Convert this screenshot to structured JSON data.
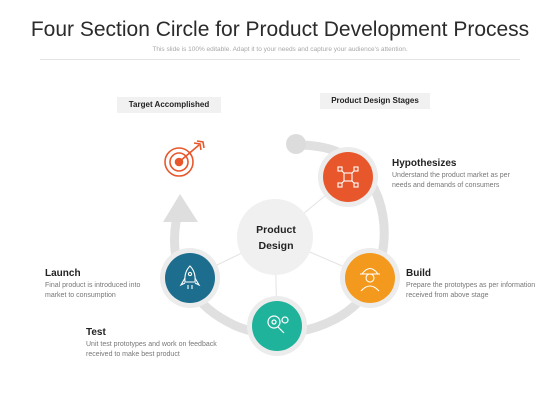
{
  "slide": {
    "title": "Four Section Circle for Product Development Process",
    "subtitle": "This slide is 100% editable. Adapt it to your needs and capture your audience's attention."
  },
  "tags": {
    "left": "Target Accomplished",
    "right": "Product Design Stages"
  },
  "center": {
    "line1": "Product",
    "line2": "Design"
  },
  "stages": {
    "hypothesizes": {
      "title": "Hypothesizes",
      "desc_line1": "Understand the product market as per",
      "desc_line2": "needs and demands of consumers",
      "color": "#e8572b",
      "icon": "network-icon"
    },
    "build": {
      "title": "Build",
      "desc_line1": "Prepare the prototypes as per information",
      "desc_line2": "received  from above stage",
      "color": "#f39a1e",
      "icon": "engineer-icon"
    },
    "test": {
      "title": "Test",
      "desc_line1": "Unit test prototypes and work on feedback",
      "desc_line2": "received to make best product",
      "color": "#1fb39c",
      "icon": "magnifier-gear-icon"
    },
    "launch": {
      "title": "Launch",
      "desc_line1": "Final product is introduced into",
      "desc_line2": "market to consumption",
      "color": "#1d6e8e",
      "icon": "rocket-icon"
    }
  },
  "colors": {
    "arc": "#e0e0e0",
    "target": "#e8572b"
  }
}
